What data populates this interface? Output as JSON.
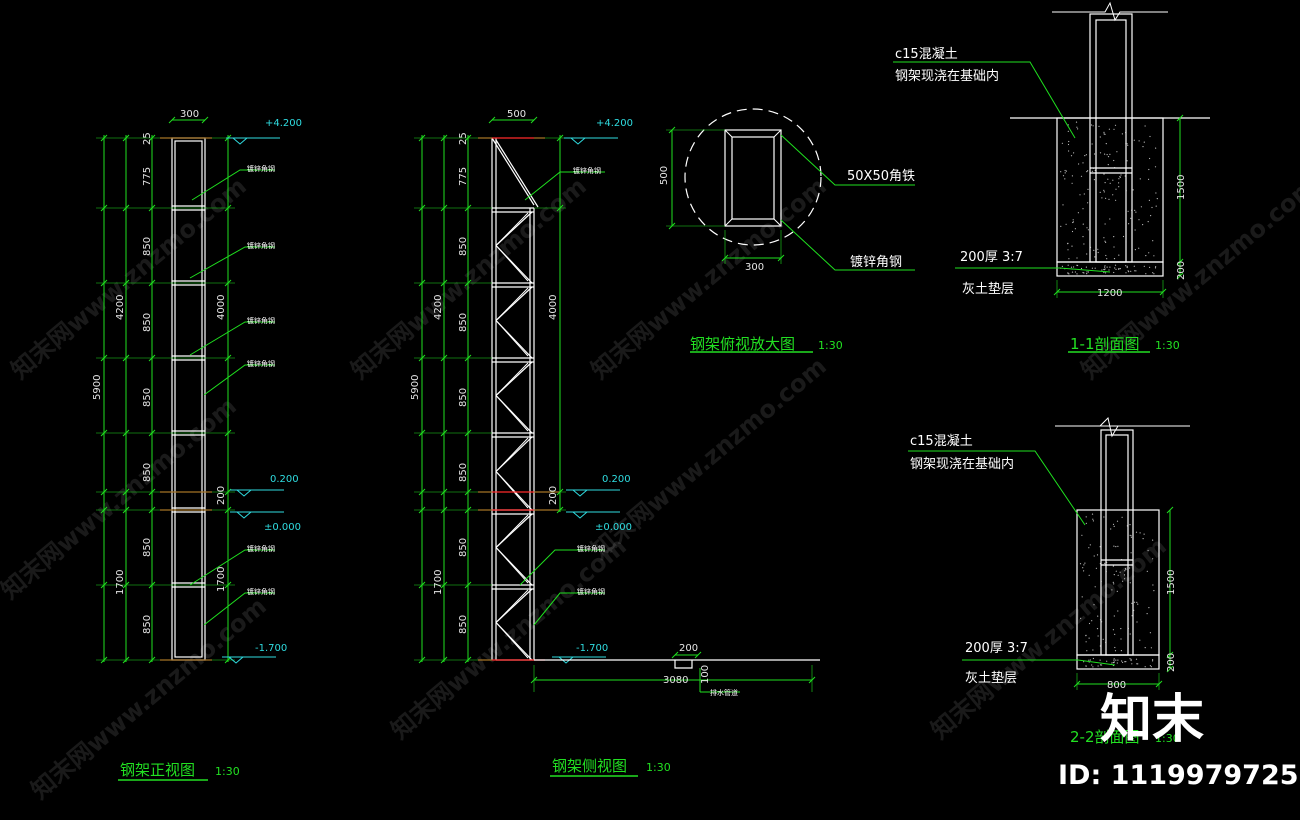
{
  "views": {
    "front": {
      "title": "钢架正视图",
      "scale": "1:30"
    },
    "side": {
      "title": "钢架侧视图",
      "scale": "1:30"
    },
    "plan": {
      "title": "钢架俯视放大图",
      "scale": "1:30"
    },
    "section1": {
      "title": "1-1剖面图",
      "scale": "1:30"
    },
    "section2": {
      "title": "2-2剖面图",
      "scale": "1:30"
    }
  },
  "levels": {
    "top": "+4.200",
    "mid": "0.200",
    "ground": "±0.000",
    "bottom": "-1.700"
  },
  "dims": {
    "total": "5900",
    "upper": "4200",
    "lower": "1700",
    "inner": "4000",
    "base": "200",
    "seg_top": "775",
    "seg": "850",
    "cap": "25",
    "front_width": "300",
    "side_width": "500",
    "side_ext": "3080",
    "plan_w": "300",
    "plan_h": "500",
    "pit_depth": "1500",
    "pad_depth": "200",
    "footing1": "1200",
    "footing2": "800",
    "trench_w": "200",
    "trench_d": "100"
  },
  "labels": {
    "galv": "镀锌角钢",
    "angle": "50X50角铁",
    "galv_big": "镀锌角钢",
    "concrete": "c15混凝土",
    "embed": "钢架现浇在基础内",
    "cushion": "200厚 3:7",
    "lime": "灰土垫层",
    "drain": "排水管道"
  },
  "watermark": {
    "brand": "知末",
    "id": "ID: 1119979725",
    "repeat": "知末网www.znzmo.com"
  },
  "colors": {
    "bg": "#000000",
    "line": "#ffffff",
    "dim": "#1fe01f",
    "level": "#2fdce0",
    "cut": "#ff2a2a",
    "title": "#22e022"
  }
}
